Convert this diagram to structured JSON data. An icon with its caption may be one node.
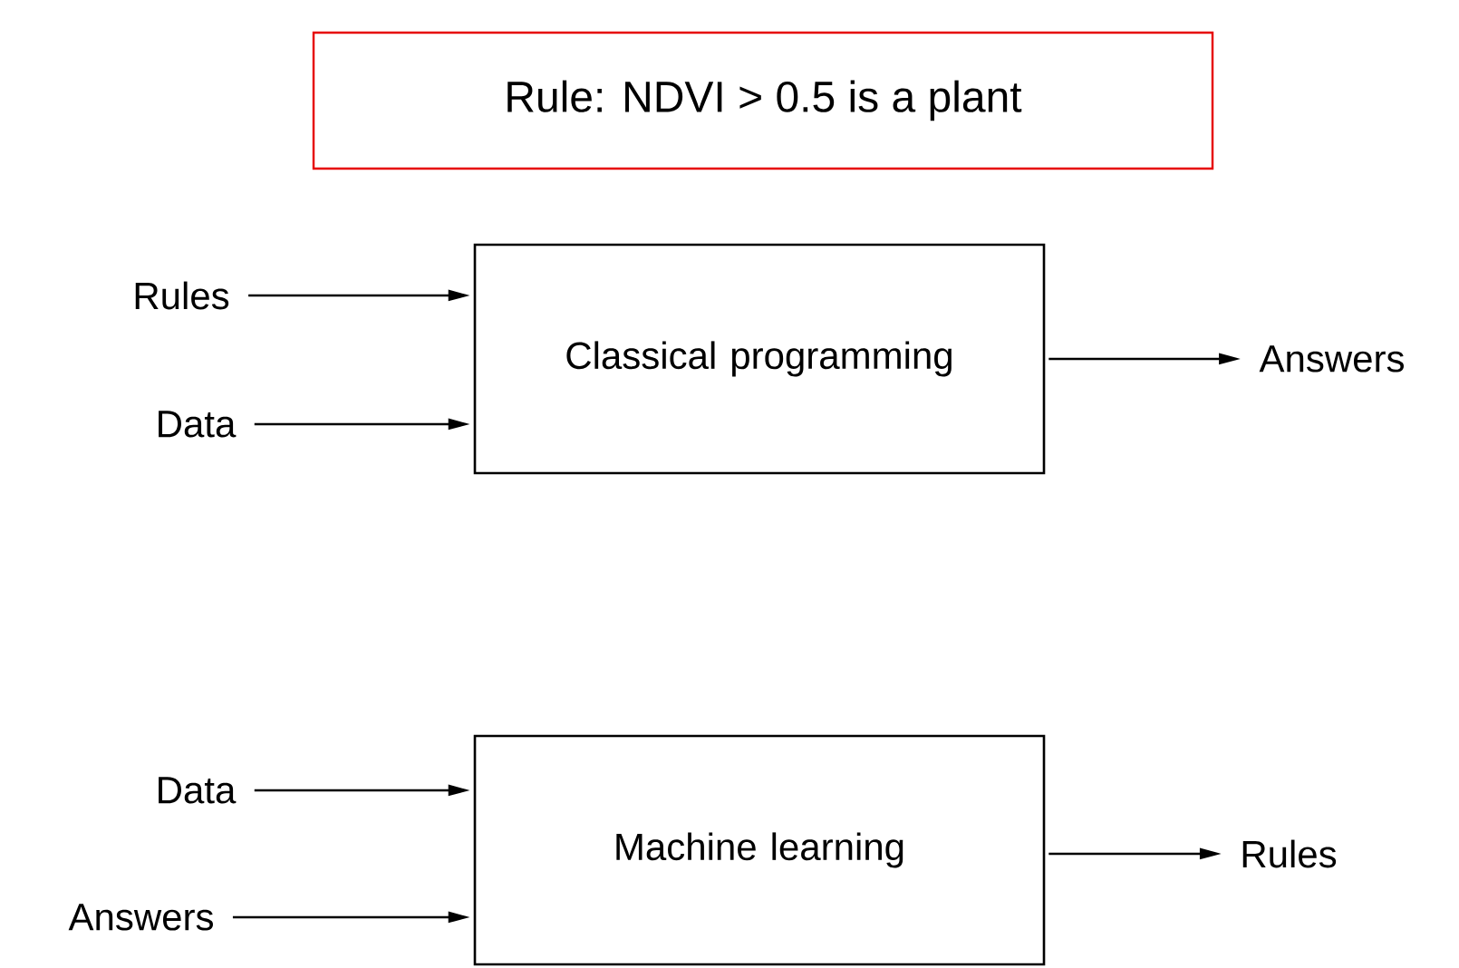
{
  "diagram": {
    "nodes": [
      {
        "text": [
          "Rule: NDVI > 0.5 is a plant"
        ]
      },
      {
        "text": [
          "Rules"
        ]
      },
      {
        "text": [
          "Data"
        ]
      },
      {
        "text": [
          "Classical programming"
        ]
      },
      {
        "text": [
          "Answers"
        ]
      },
      {
        "text": [
          "Data"
        ]
      },
      {
        "text": [
          "Answers"
        ]
      },
      {
        "text": [
          "Machine learning"
        ]
      },
      {
        "text": [
          "Rules"
        ]
      }
    ],
    "edges": [
      {
        "from": 1,
        "to": 3,
        "arrow": "to"
      },
      {
        "from": 2,
        "to": 3,
        "arrow": "to"
      },
      {
        "from": 3,
        "to": 4,
        "arrow": "to"
      },
      {
        "from": 5,
        "to": 7,
        "arrow": "to"
      },
      {
        "from": 6,
        "to": 7,
        "arrow": "to"
      },
      {
        "from": 7,
        "to": 8,
        "arrow": "to"
      }
    ]
  }
}
